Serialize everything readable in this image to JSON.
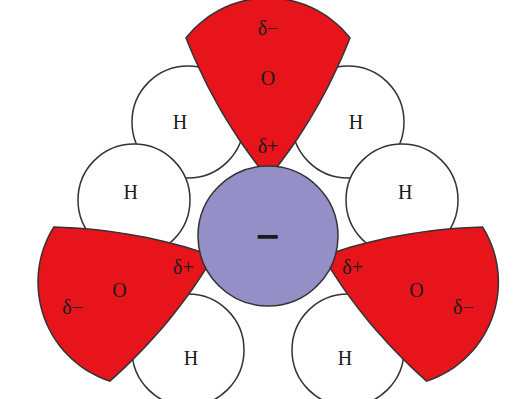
{
  "diagram": {
    "nodes": [
      {
        "text": [
          "δ−",
          "O",
          "δ+"
        ]
      },
      {
        "text": [
          "H"
        ]
      },
      {
        "text": [
          "H"
        ]
      },
      {
        "text": [
          "−"
        ]
      },
      {
        "text": [
          "H"
        ]
      },
      {
        "text": [
          "H"
        ]
      },
      {
        "text": [
          "δ−",
          "O",
          "δ+"
        ]
      },
      {
        "text": [
          "δ−",
          "O",
          "δ+"
        ]
      },
      {
        "text": [
          "H"
        ]
      },
      {
        "text": [
          "H"
        ]
      }
    ]
  }
}
